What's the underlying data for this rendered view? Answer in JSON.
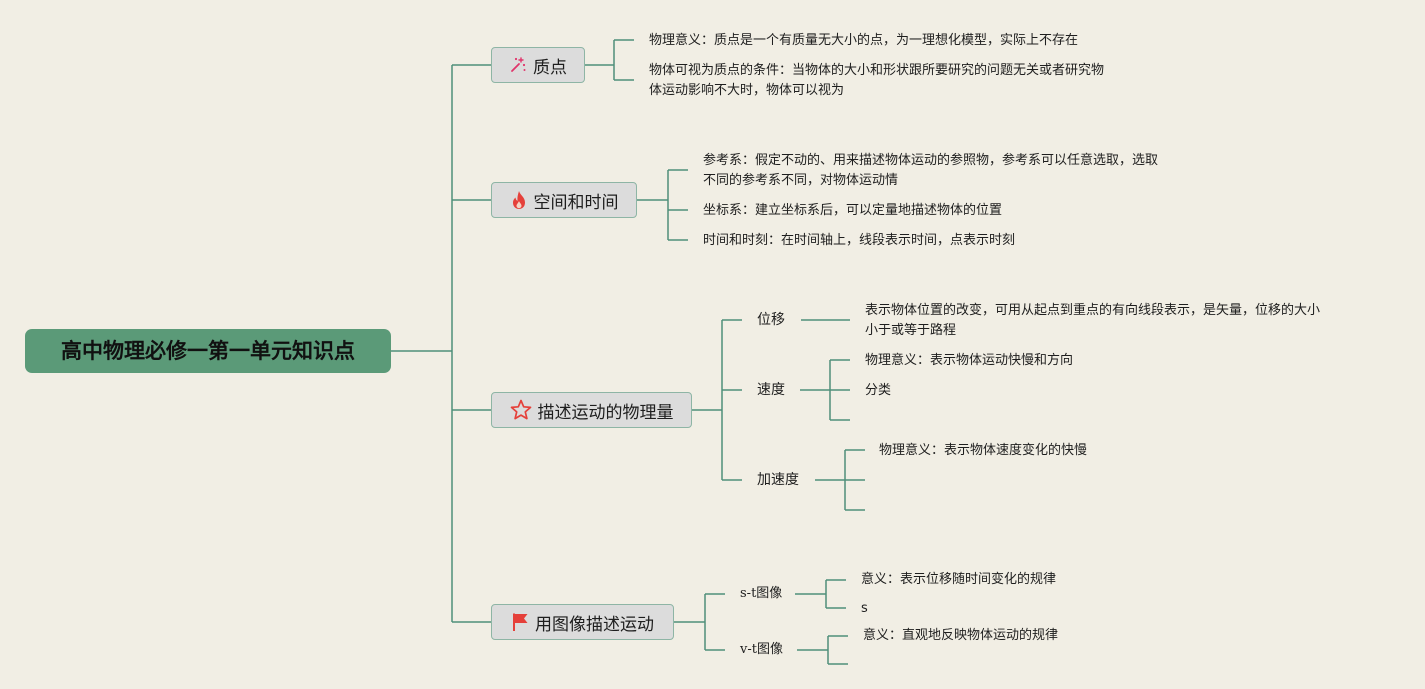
{
  "root": {
    "title": "高中物理必修一第一单元知识点"
  },
  "branches": [
    {
      "label": "质点",
      "icon": "sparkle-icon",
      "leaves": [
        "物理意义：质点是一个有质量无大小的点，为一理想化模型，实际上不存在",
        "物体可视为质点的条件：当物体的大小和形状跟所要研究的问题无关或者研究物\n体运动影响不大时，物体可以视为"
      ]
    },
    {
      "label": "空间和时间",
      "icon": "fire-icon",
      "leaves": [
        "参考系：假定不动的、用来描述物体运动的参照物，参考系可以任意选取，选取\n不同的参考系不同，对物体运动情",
        "坐标系：建立坐标系后，可以定量地描述物体的位置",
        "时间和时刻：在时间轴上，线段表示时间，点表示时刻"
      ]
    },
    {
      "label": "描述运动的物理量",
      "icon": "star-icon",
      "subs": [
        {
          "label": "位移",
          "leaves": [
            "表示物体位置的改变，可用从起点到重点的有向线段表示，是矢量，位移的大小\n小于或等于路程"
          ]
        },
        {
          "label": "速度",
          "leaves": [
            "物理意义：表示物体运动快慢和方向",
            "分类",
            ""
          ]
        },
        {
          "label": "加速度",
          "leaves": [
            "物理意义：表示物体速度变化的快慢",
            "",
            ""
          ]
        }
      ]
    },
    {
      "label": "用图像描述运动",
      "icon": "flag-icon",
      "subs": [
        {
          "label": "s-t图像",
          "leaves": [
            "意义：表示位移随时间变化的规律",
            "s"
          ]
        },
        {
          "label": "v-t图像",
          "leaves": [
            "意义：直观地反映物体运动的规律",
            ""
          ]
        }
      ]
    }
  ],
  "colors": {
    "background": "#f1eee4",
    "root_fill": "#5b9a78",
    "branch_fill": "#dcdcdc",
    "connector": "#4f8f7a",
    "icon_red": "#e5403a",
    "icon_pink": "#e0356b"
  }
}
